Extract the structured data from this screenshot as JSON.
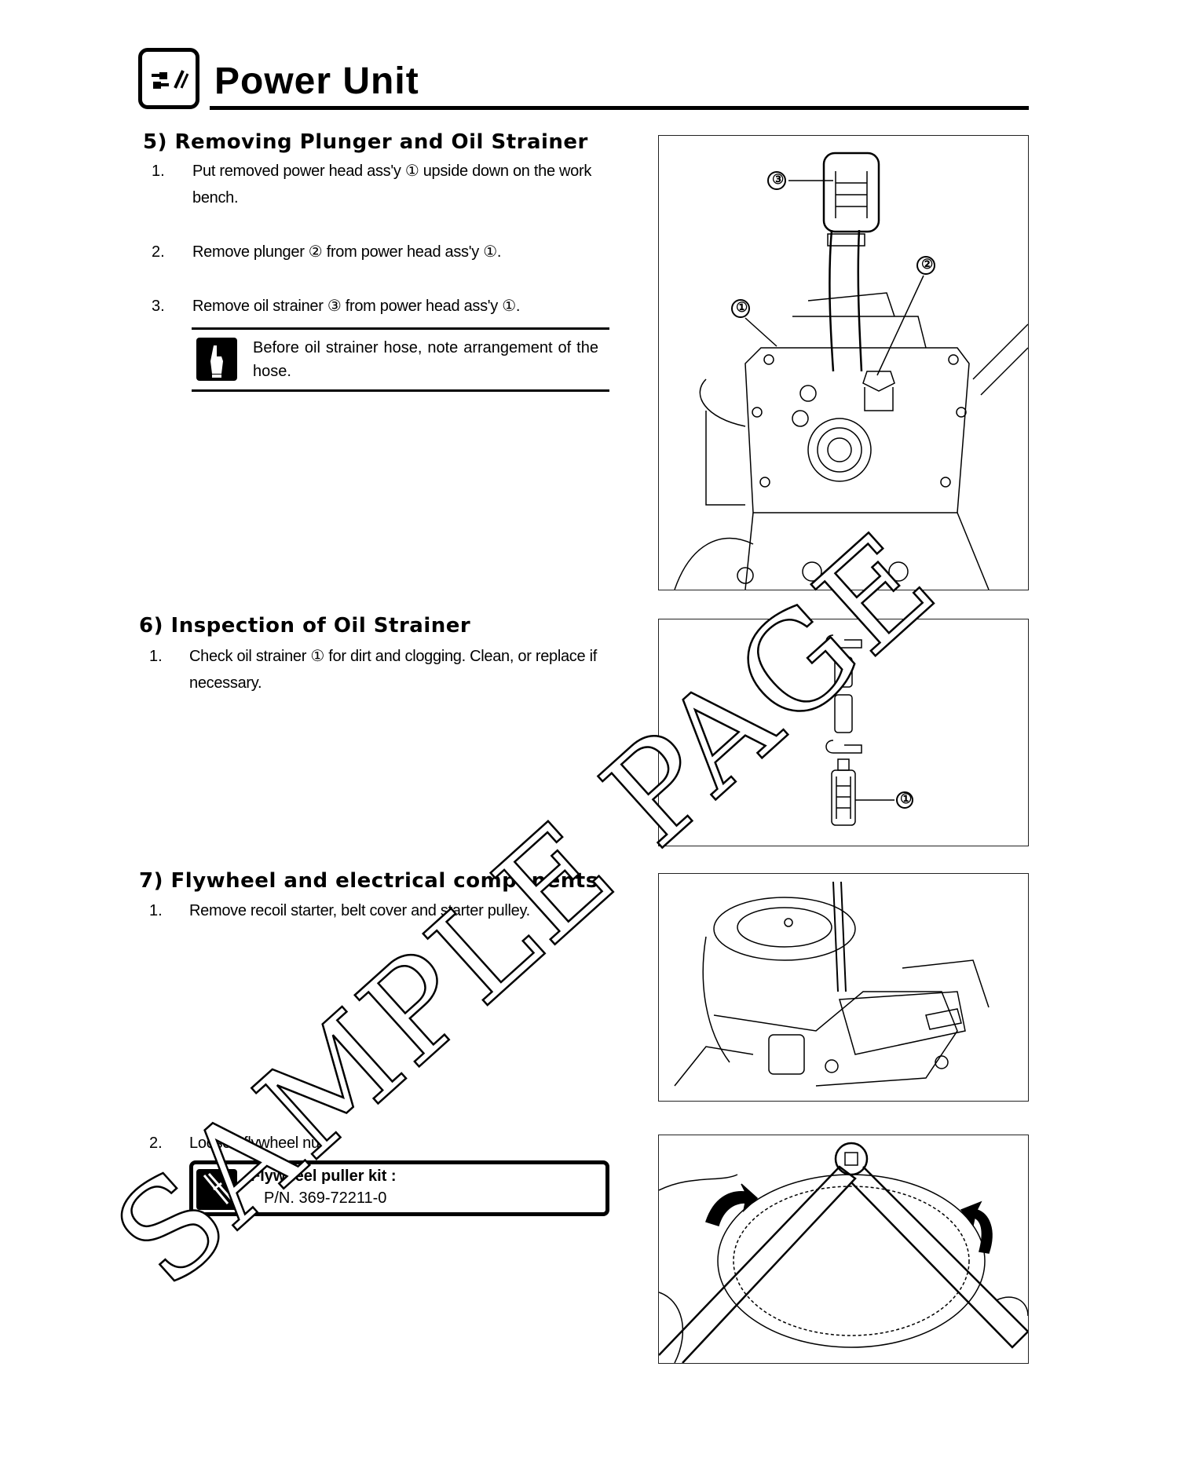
{
  "header": {
    "title": "Power Unit",
    "icon": "power-unit-section-icon"
  },
  "sections": [
    {
      "heading": "5) Removing Plunger and Oil Strainer",
      "steps": [
        {
          "num": "1.",
          "lines": [
            "Put removed power head ass'y ① upside down on the work",
            "bench."
          ]
        },
        {
          "num": "2.",
          "lines": [
            "Remove plunger ② from power head ass'y ①."
          ]
        },
        {
          "num": "3.",
          "lines": [
            "Remove oil strainer ③ from power head ass'y ①."
          ]
        }
      ],
      "note": {
        "icon": "caution-hand-icon",
        "text": "Before oil strainer hose, note arrangement of the hose."
      },
      "figure": {
        "labels": [
          "③",
          "②",
          "①"
        ]
      }
    },
    {
      "heading": "6) Inspection of Oil Strainer",
      "steps": [
        {
          "num": "1.",
          "lines": [
            "Check oil strainer ① for dirt and clogging. Clean, or replace if",
            "necessary."
          ]
        }
      ],
      "figure": {
        "labels": [
          "①"
        ]
      }
    },
    {
      "heading": "7) Flywheel and electrical components",
      "steps": [
        {
          "num": "1.",
          "lines": [
            "Remove recoil starter, belt cover and starter pulley."
          ]
        },
        {
          "num": "2.",
          "lines": [
            "Loosen flywheel nut."
          ]
        }
      ],
      "tool": {
        "icon": "special-tool-icon",
        "title": "Flywheel puller kit :",
        "part": "P/N. 369-72211-0"
      }
    }
  ],
  "watermark": "SAMPLE PAGE"
}
